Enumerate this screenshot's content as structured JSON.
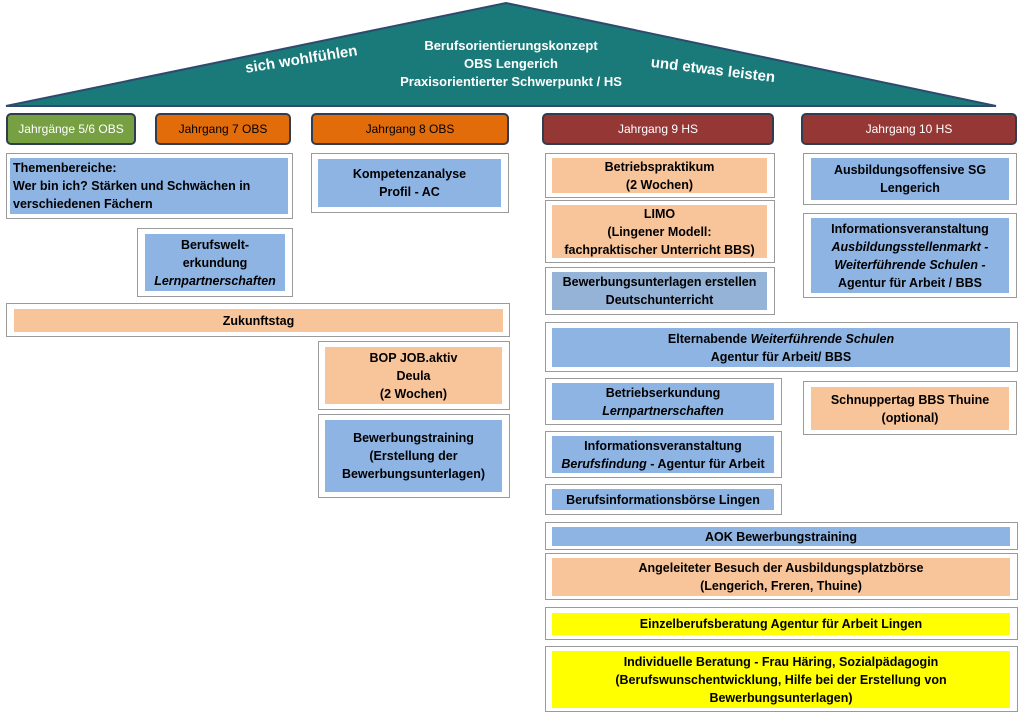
{
  "colors": {
    "roof": "#1a7a7a",
    "roof_border": "#2f4a6f",
    "grade56": "#77a043",
    "grade78": "#e36c0a",
    "grade910": "#953735",
    "blue_box": "#8eb4e3",
    "peach_box": "#f8c49a",
    "yellow_box": "#ffff00"
  },
  "roof": {
    "title1": "Berufsorientierungskonzept",
    "title2": "OBS Lengerich",
    "title3": "Praxisorientierter Schwerpunkt / HS",
    "left_slogan": "sich wohlfühlen",
    "right_slogan": "und etwas leisten"
  },
  "grades": {
    "g56": "Jahrgänge 5/6 OBS",
    "g7": "Jahrgang 7 OBS",
    "g8": "Jahrgang 8 OBS",
    "g9": "Jahrgang 9 HS",
    "g10": "Jahrgang 10 HS"
  },
  "items": {
    "themen_l1": "Themenbereiche:",
    "themen_l2": "Wer bin ich? Stärken und Schwächen in",
    "themen_l3": "verschiedenen Fächern",
    "berufswelt_l1": "Berufswelt-",
    "berufswelt_l2": "erkundung",
    "berufswelt_l3": "Lernpartnerschaften",
    "zukunftstag": "Zukunftstag",
    "kompetenz_l1": "Kompetenzanalyse",
    "kompetenz_l2": "Profil - AC",
    "bop_l1": "BOP JOB.aktiv",
    "bop_l2": "Deula",
    "bop_l3": "(2 Wochen)",
    "bewtraining_l1": "Bewerbungstraining",
    "bewtraining_l2": "(Erstellung der",
    "bewtraining_l3": "Bewerbungsunterlagen)",
    "praktikum_l1": "Betriebspraktikum",
    "praktikum_l2": "(2 Wochen)",
    "limo_l1": "LIMO",
    "limo_l2": "(Lingener Modell:",
    "limo_l3": "fachpraktischer Unterricht BBS)",
    "bewunterlagen_l1": "Bewerbungsunterlagen erstellen",
    "bewunterlagen_l2": "Deutschunterricht",
    "eltern_l1a": "Elternabende ",
    "eltern_l1b": "Weiterführende Schulen",
    "eltern_l2": "Agentur für Arbeit/ BBS",
    "betriebserk_l1": "Betriebserkundung",
    "betriebserk_l2": "Lernpartnerschaften",
    "infoveranst9_l1": "Informationsveranstaltung",
    "infoveranst9_l2a": "Berufsfindung",
    "infoveranst9_l2b": " - Agentur für Arbeit",
    "biboerse": "Berufsinformationsbörse Lingen",
    "aok": "AOK Bewerbungstraining",
    "ausbboerse_l1": "Angeleiteter Besuch der Ausbildungsplatzbörse",
    "ausbboerse_l2": "(Lengerich, Freren, Thuine)",
    "einzel": "Einzelberufsberatung Agentur für Arbeit Lingen",
    "indiv_l1": "Individuelle Beratung - Frau Häring, Sozialpädagogin",
    "indiv_l2": "(Berufswunschentwicklung, Hilfe bei der Erstellung von",
    "indiv_l3": "Bewerbungsunterlagen)",
    "offensive_l1": "Ausbildungsoffensive SG",
    "offensive_l2": "Lengerich",
    "info10_l1": "Informationsveranstaltung",
    "info10_l2": "Ausbildungsstellenmarkt -",
    "info10_l3": "Weiterführende Schulen -",
    "info10_l4": "Agentur für Arbeit / BBS",
    "schnupper_l1": "Schnuppertag BBS Thuine",
    "schnupper_l2": "(optional)"
  }
}
